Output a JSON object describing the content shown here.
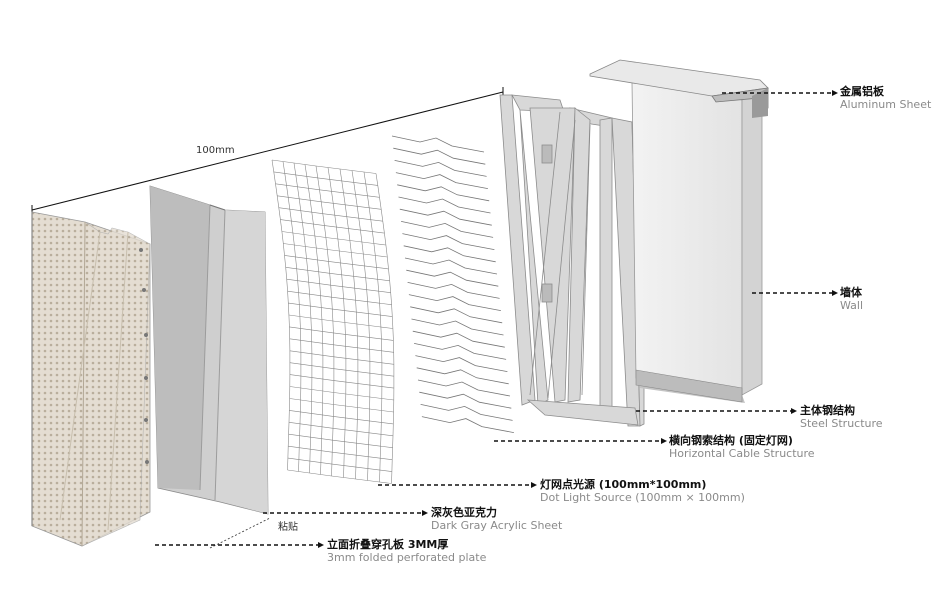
{
  "dimension_label": "100mm",
  "paste_label": "粘贴",
  "labels": {
    "aluminum_sheet": {
      "cn": "金属铝板",
      "en": "Aluminum Sheet"
    },
    "wall": {
      "cn": "墙体",
      "en": "Wall"
    },
    "steel_structure": {
      "cn": "主体钢结构",
      "en": "Steel Structure"
    },
    "horizontal_cable": {
      "cn": "横向钢索结构 (固定灯网)",
      "en": "Horizontal Cable Structure"
    },
    "dot_light": {
      "cn": "灯网点光源 (100mm*100mm)",
      "en": "Dot Light Source (100mm × 100mm)"
    },
    "acrylic": {
      "cn": "深灰色亚克力",
      "en": "Dark Gray Acrylic Sheet"
    },
    "perforated": {
      "cn": "立面折叠穿孔板 3MM厚",
      "en": "3mm folded perforated plate"
    }
  },
  "colors": {
    "perforated_panel": "#e4ddd2",
    "acrylic_panel": "#c9c9c9",
    "wall": "#ececec",
    "steel": "#d4d4d4",
    "leader": "#111111"
  }
}
